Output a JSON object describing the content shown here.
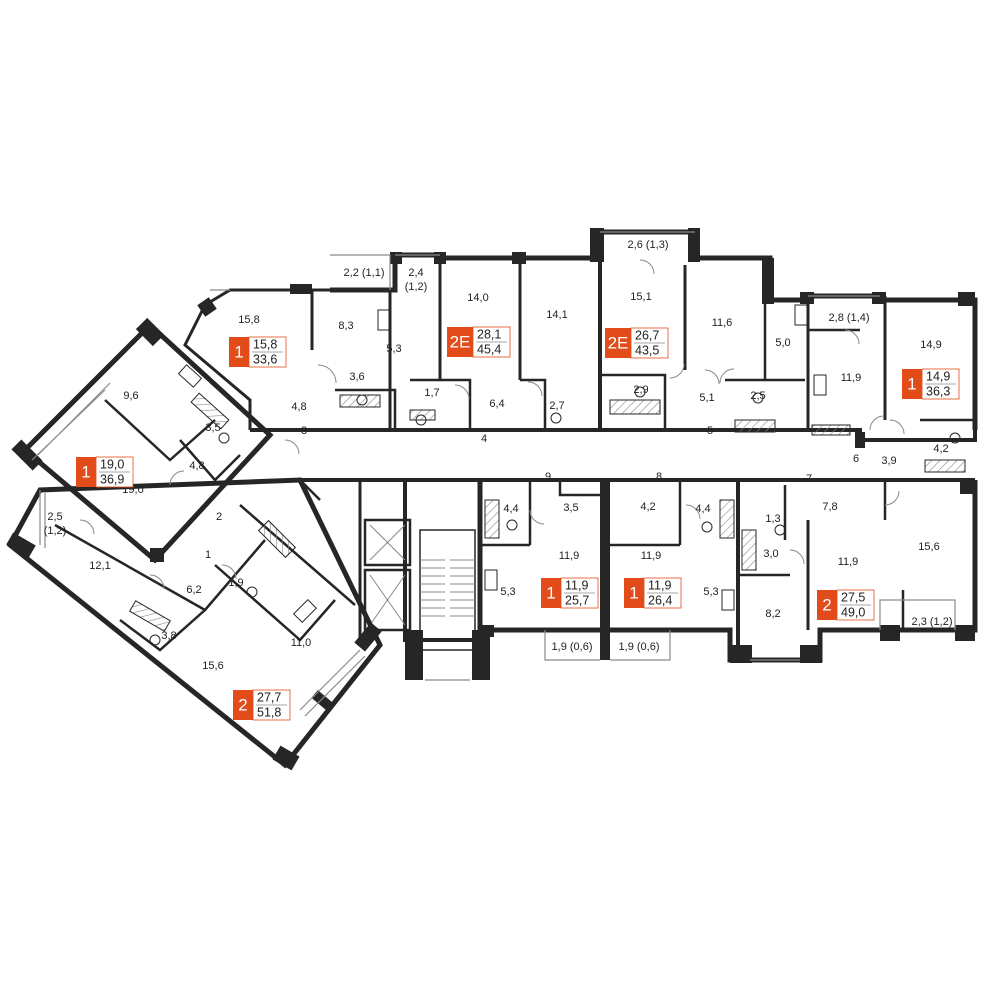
{
  "colors": {
    "wall": "#262626",
    "thin_line": "#8a8a8a",
    "badge": "#e24c1b",
    "text": "#222222",
    "background": "#ffffff"
  },
  "apartments": [
    {
      "id": "a1",
      "rooms": "1",
      "living": "15,8",
      "total": "33,6"
    },
    {
      "id": "a2",
      "rooms": "1",
      "living": "19,0",
      "total": "36,9"
    },
    {
      "id": "a3",
      "rooms": "2E",
      "living": "28,1",
      "total": "45,4"
    },
    {
      "id": "a4",
      "rooms": "2E",
      "living": "26,7",
      "total": "43,5"
    },
    {
      "id": "a5",
      "rooms": "1",
      "living": "14,9",
      "total": "36,3"
    },
    {
      "id": "a6",
      "rooms": "1",
      "living": "11,9",
      "total": "25,7"
    },
    {
      "id": "a7",
      "rooms": "1",
      "living": "11,9",
      "total": "26,4"
    },
    {
      "id": "a8",
      "rooms": "2",
      "living": "27,5",
      "total": "49,0"
    },
    {
      "id": "a9",
      "rooms": "2",
      "living": "27,7",
      "total": "51,8"
    }
  ],
  "room_labels": [
    "15,8",
    "8,3",
    "2,2 (1,1)",
    "2,4",
    "(1,2)",
    "5,3",
    "3,6",
    "4,8",
    "3",
    "9,6",
    "3,5",
    "4,8",
    "19,0",
    "2",
    "2,5",
    "(1,2)",
    "12,1",
    "1",
    "6,2",
    "1,9",
    "3,8",
    "11,0",
    "15,6",
    "14,0",
    "14,1",
    "1,7",
    "6,4",
    "2,7",
    "4",
    "2,6 (1,3)",
    "15,1",
    "11,6",
    "5,0",
    "2,9",
    "5,1",
    "2,5",
    "5",
    "2,8 (1,4)",
    "14,9",
    "11,9",
    "6",
    "3,9",
    "4,2",
    "9",
    "4,4",
    "3,5",
    "11,9",
    "5,3",
    "1,9 (0,6)",
    "8",
    "4,2",
    "4,4",
    "11,9",
    "5,3",
    "1,9 (0,6)",
    "1,3",
    "3,0",
    "8,2",
    "7",
    "7,8",
    "15,6",
    "11,9",
    "2,3 (1,2)"
  ]
}
